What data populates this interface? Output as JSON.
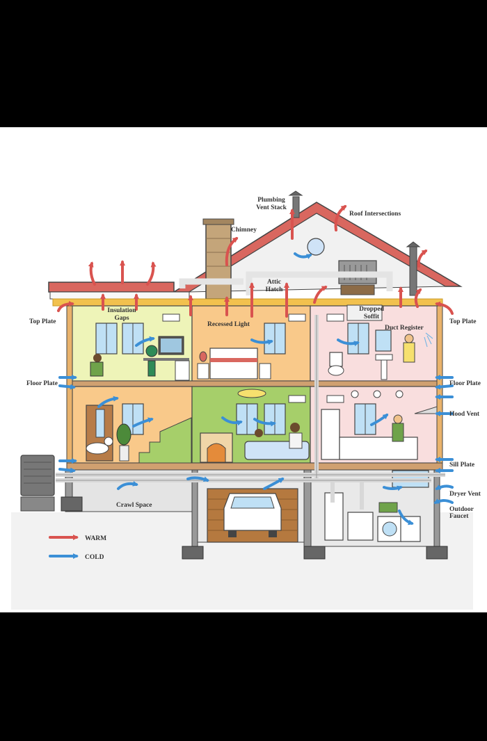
{
  "labels": {
    "plumbing_vent_stack_1": "Plumbing",
    "plumbing_vent_stack_2": "Vent Stack",
    "roof_intersections": "Roof Intersections",
    "chimney": "Chimney",
    "attic_hatch_1": "Attic",
    "attic_hatch_2": "Hatch",
    "insulation_gaps_1": "Insulation",
    "insulation_gaps_2": "Gaps",
    "recessed_light": "Recessed Light",
    "dropped_soffit_1": "Dropped",
    "dropped_soffit_2": "Soffit",
    "duct_register": "Duct Register",
    "top_plate_left": "Top Plate",
    "top_plate_right": "Top Plate",
    "floor_plate_left": "Floor Plate",
    "floor_plate_right": "Floor Plate",
    "hood_vent": "Hood Vent",
    "sill_plate": "Sill Plate",
    "crawl_space": "Crawl Space",
    "dryer_vent": "Dryer Vent",
    "outdoor_faucet_1": "Outdoor",
    "outdoor_faucet_2": "Faucet"
  },
  "legend": {
    "warm": "WARM",
    "cold": "COLD"
  },
  "colors": {
    "warm_arrow": "#d9534f",
    "cold_arrow": "#3b8fd6",
    "roof": "#d9675f",
    "insulation": "#f2c14e",
    "room_green": "#eef4b8",
    "room_orange": "#f9c98a",
    "room_pink": "#f9dede",
    "room_living_green": "#a6cf6a",
    "wall_beige": "#e9b26b"
  }
}
